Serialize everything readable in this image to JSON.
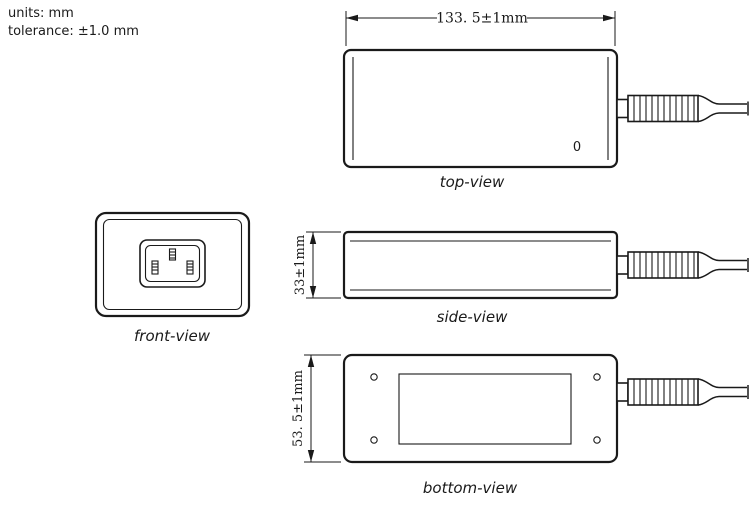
{
  "notes": {
    "units": "units: mm",
    "tolerance": "tolerance: ±1.0 mm"
  },
  "views": {
    "top": {
      "label": "top-view",
      "width_dimension": "133. 5±1mm",
      "marking": "0"
    },
    "front": {
      "label": "front-view"
    },
    "side": {
      "label": "side-view",
      "height_dimension": "33±1mm"
    },
    "bottom": {
      "label": "bottom-view",
      "height_dimension": "53. 5±1mm"
    }
  },
  "colors": {
    "line": "#1a1a1a",
    "background": "#ffffff"
  }
}
